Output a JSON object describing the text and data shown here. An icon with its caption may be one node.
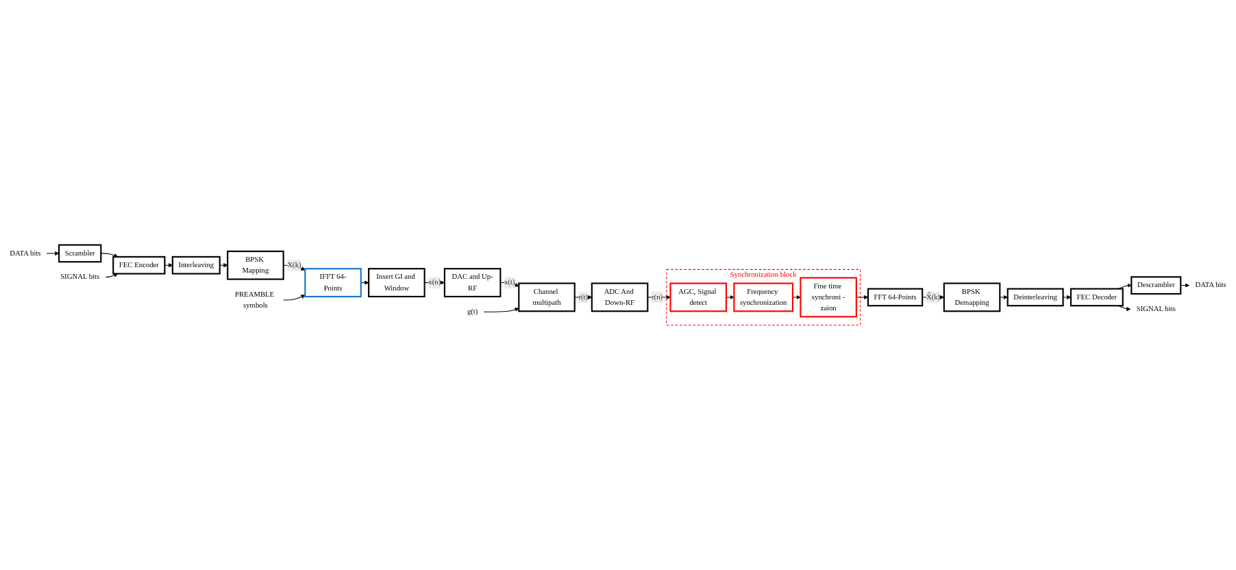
{
  "diagram": {
    "nodes": [
      {
        "text": [
          "DATA bits"
        ]
      },
      {
        "text": [
          "SIGNAL bits"
        ]
      },
      {
        "text": [
          "PREAMBLE symbols"
        ]
      },
      {
        "text": [
          "Scrambler"
        ]
      },
      {
        "text": [
          "FEC Encoder"
        ]
      },
      {
        "text": [
          "Interleaving"
        ]
      },
      {
        "text": [
          "BPSK Mapping"
        ]
      },
      {
        "text": [
          "IFFT 64-Points"
        ]
      },
      {
        "text": [
          "Insert GI and Window"
        ]
      },
      {
        "text": [
          "DAC and Up-RF"
        ]
      },
      {
        "text": [
          "Channel multipath"
        ]
      },
      {
        "text": [
          "g(t)"
        ]
      },
      {
        "text": [
          "ADC And Down-RF"
        ]
      },
      {
        "text": [
          "Synchronization block"
        ]
      },
      {
        "text": [
          "AGC, Signal detect"
        ],
        "in": 13
      },
      {
        "text": [
          "Frequency synchronization"
        ],
        "in": 13
      },
      {
        "text": [
          "Fine time synchroni -zaion"
        ],
        "in": 13
      },
      {
        "text": [
          "FFT 64-Points"
        ]
      },
      {
        "text": [
          "BPSK Demapping"
        ]
      },
      {
        "text": [
          "Deinterleaving"
        ]
      },
      {
        "text": [
          "FEC Decoder"
        ]
      },
      {
        "text": [
          "Descrambler"
        ]
      },
      {
        "text": [
          "DATA bits"
        ]
      },
      {
        "text": [
          "SIGNAL bits"
        ]
      }
    ],
    "edges": [
      {
        "from": 0,
        "to": 3,
        "arrow": "to"
      },
      {
        "from": 3,
        "to": 4,
        "arrow": "to"
      },
      {
        "from": 1,
        "to": 4,
        "arrow": "to"
      },
      {
        "from": 4,
        "to": 5,
        "arrow": "to"
      },
      {
        "from": 5,
        "to": 6,
        "arrow": "to"
      },
      {
        "from": 6,
        "to": 7,
        "label": "X(k)",
        "arrow": "to"
      },
      {
        "from": 2,
        "to": 7,
        "arrow": "to"
      },
      {
        "from": 7,
        "to": 8,
        "arrow": "to"
      },
      {
        "from": 8,
        "to": 9,
        "label": "x(n)",
        "arrow": "to"
      },
      {
        "from": 9,
        "to": 10,
        "label": "x(t)",
        "arrow": "to"
      },
      {
        "from": 11,
        "to": 10,
        "arrow": "to"
      },
      {
        "from": 10,
        "to": 12,
        "label": "r(t)",
        "arrow": "to"
      },
      {
        "from": 12,
        "to": 14,
        "label": "r(n)",
        "arrow": "to"
      },
      {
        "from": 14,
        "to": 15,
        "arrow": "to"
      },
      {
        "from": 15,
        "to": 16,
        "arrow": "to"
      },
      {
        "from": 16,
        "to": 17,
        "arrow": "to"
      },
      {
        "from": 17,
        "to": 18,
        "label": "X̂(k)",
        "arrow": "to"
      },
      {
        "from": 18,
        "to": 19,
        "arrow": "to"
      },
      {
        "from": 19,
        "to": 20,
        "arrow": "to"
      },
      {
        "from": 20,
        "to": 21,
        "arrow": "to"
      },
      {
        "from": 21,
        "to": 22,
        "arrow": "to"
      },
      {
        "from": 20,
        "to": 23,
        "arrow": "to"
      }
    ]
  }
}
